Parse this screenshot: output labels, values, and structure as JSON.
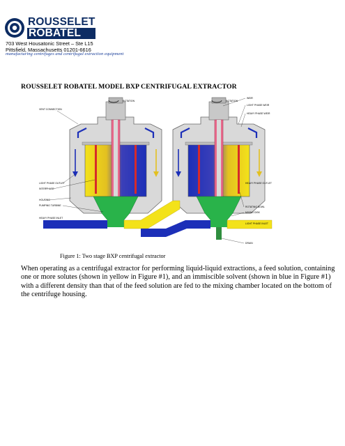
{
  "letterhead": {
    "brand_line1": "ROUSSELET",
    "brand_line2": "ROBATEL",
    "address_line1": "703 West Housatonic Street – Ste L15",
    "address_line2": "Pittsfield, Massachusetts 01201-6616",
    "tagline": "manufacturing centrifuges and centrifugal extraction equipment",
    "brand_colors": {
      "navy": "#0d2c63",
      "tagline_blue": "#1a3f9a"
    }
  },
  "document": {
    "title": "ROUSSELET ROBATEL MODEL BXP CENTRIFUGAL EXTRACTOR",
    "figure_caption": "Figure 1:  Two stage BXP centrifugal extractor",
    "paragraph": "When operating as a centrifugal extractor for performing liquid-liquid extractions, a feed solution, containing one or more solutes (shown in yellow in Figure #1), and an immiscible solvent (shown in blue in Figure #1) with a different density than that of the feed solution are fed to the mixing chamber located on the bottom of the centrifuge housing."
  },
  "figure": {
    "labels": {
      "rotation_left": "ROTATION",
      "rotation_right": "ROTATION",
      "vent_connection": "VENT CONNECTION",
      "light_phase_outlet": "LIGHT PHASE OUTLET",
      "interphase": "INTERPHASE",
      "housing": "HOUSING",
      "pumping_turbine": "PUMPING TURBINE",
      "heavy_phase_inlet": "HEAVY PHASE INLET",
      "weir": "WEIR",
      "light_phase_weir": "LIGHT PHASE WEIR",
      "heavy_phase_weir": "HEAVY PHASE WEIR",
      "heavy_phase_outlet": "HEAVY PHASE OUTLET",
      "rotating_bowl": "ROTATING BOWL",
      "mixing_disk": "MIXING DISK",
      "light_phase_inlet": "LIGHT PHASE INLET",
      "drain": "DRAIN"
    },
    "colors": {
      "feed_yellow": "#f3e21a",
      "solvent_blue": "#1c2fb8",
      "mixed_green": "#29b34a",
      "bowl_red": "#d62a2a",
      "shaft_pink": "#e86a8c",
      "housing_gray": "#b7b7b7"
    }
  }
}
